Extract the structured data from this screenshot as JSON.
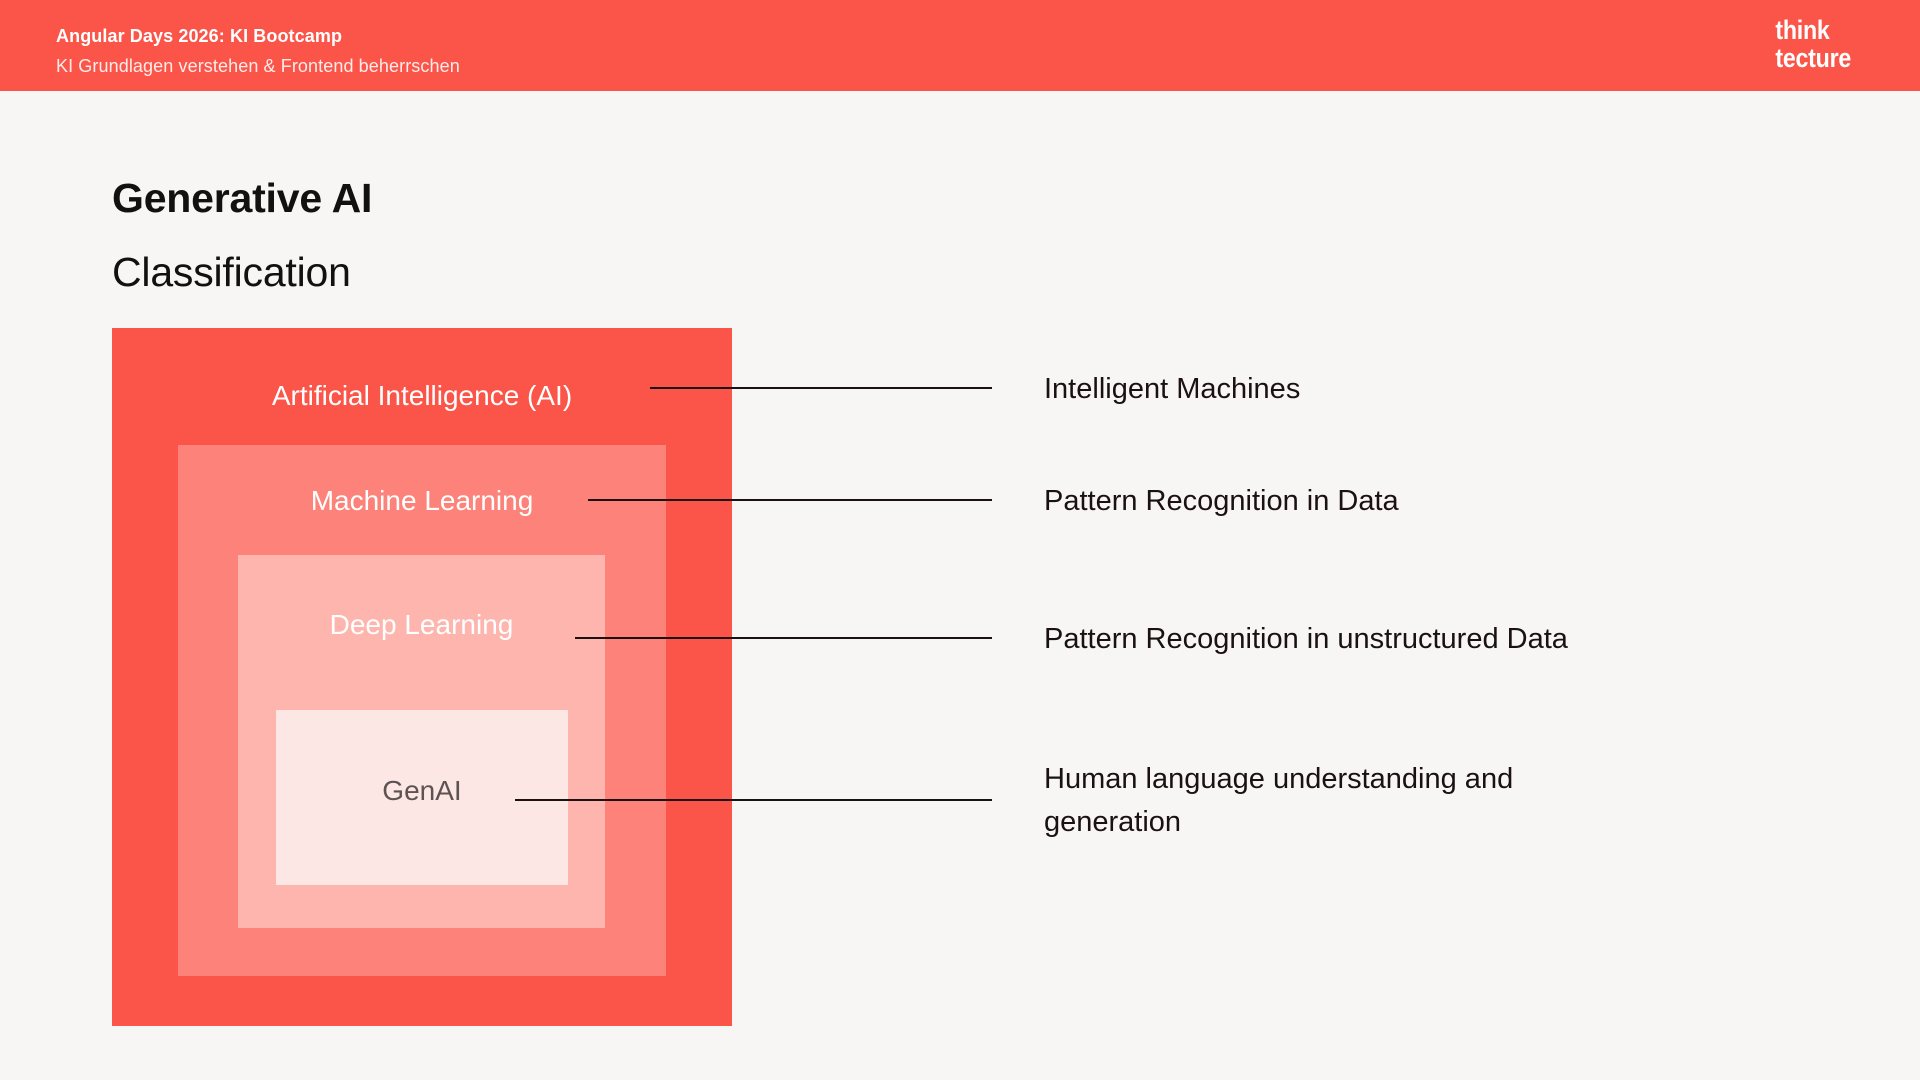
{
  "header": {
    "title": "Angular Days 2026: KI Bootcamp",
    "subtitle": "KI Grundlagen verstehen & Frontend beherrschen",
    "logo_line1": "think",
    "logo_line2": "tecture",
    "background_color": "#fb5448"
  },
  "slide": {
    "title": "Generative AI",
    "subtitle": "Classification",
    "background_color": "#f7f6f4"
  },
  "diagram": {
    "type": "nested-boxes",
    "levels": [
      {
        "label": "Artificial Intelligence (AI)",
        "color": "#fb5448",
        "text_color": "#ffffff",
        "description": "Intelligent Machines"
      },
      {
        "label": "Machine Learning",
        "color": "#fd8279",
        "text_color": "#ffffff",
        "description": "Pattern Recognition in Data"
      },
      {
        "label": "Deep Learning",
        "color": "#feb5ae",
        "text_color": "#ffffff",
        "description": "Pattern Recognition in unstructured Data"
      },
      {
        "label": "GenAI",
        "color": "#fde7e4",
        "text_color": "#5c5352",
        "description": "Human language understanding and generation"
      }
    ]
  }
}
